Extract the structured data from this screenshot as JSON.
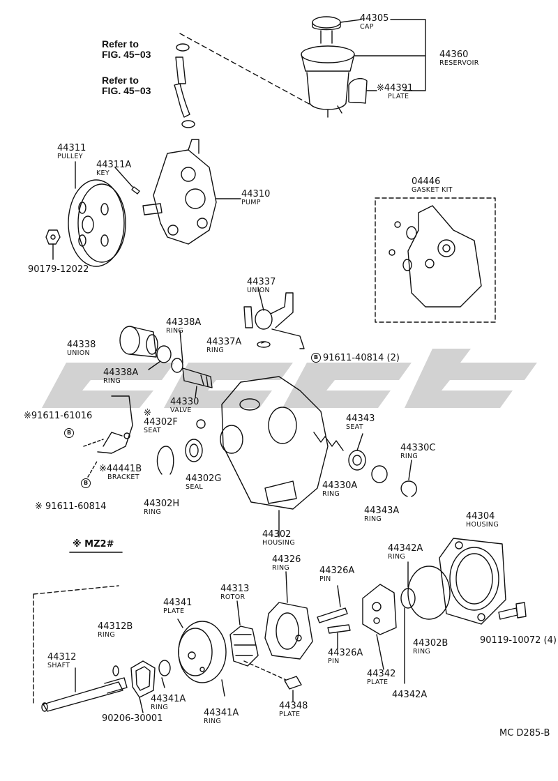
{
  "references": [
    {
      "line1": "Refer to",
      "line2": "FIG. 45−03"
    },
    {
      "line1": "Refer to",
      "line2": "FIG. 45−03"
    }
  ],
  "parts": {
    "p44305": {
      "num": "44305",
      "name": "CAP"
    },
    "p44360": {
      "num": "44360",
      "name": "RESERVOIR"
    },
    "p44391": {
      "num": "※44391",
      "name": "PLATE"
    },
    "p44311": {
      "num": "44311",
      "name": "PULLEY"
    },
    "p44311A": {
      "num": "44311A",
      "name": "KEY"
    },
    "p44310": {
      "num": "44310",
      "name": "PUMP"
    },
    "p04446": {
      "num": "04446",
      "name": "GASKET KIT"
    },
    "p90179": {
      "num": "90179-12022"
    },
    "p44337": {
      "num": "44337",
      "name": "UNION"
    },
    "p44338A1": {
      "num": "44338A",
      "name": "RING"
    },
    "p44337A": {
      "num": "44337A",
      "name": "RING"
    },
    "p44338": {
      "num": "44338",
      "name": "UNION"
    },
    "p91611_40814": {
      "mark": "B",
      "num": "91611-40814 (2)"
    },
    "p44338A2": {
      "num": "44338A",
      "name": "RING"
    },
    "p44330": {
      "num": "44330",
      "name": "VALVE"
    },
    "p91611_61016": {
      "num": "※91611-61016"
    },
    "p91611_61016_mark": {
      "mark": "B"
    },
    "p44302F": {
      "num": "44302F",
      "name": "SEAT",
      "mark": "※"
    },
    "p44343": {
      "num": "44343",
      "name": "SEAT"
    },
    "p44330C": {
      "num": "44330C",
      "name": "RING"
    },
    "p44441B": {
      "num": "※44441B",
      "name": "BRACKET"
    },
    "p91611_60814_mark": {
      "mark": "B"
    },
    "p91611_60814": {
      "num": "※ 91611-60814"
    },
    "p44302H": {
      "num": "44302H",
      "name": "RING"
    },
    "p44302G": {
      "num": "44302G",
      "name": "SEAL"
    },
    "p44330A": {
      "num": "44330A",
      "name": "RING"
    },
    "p44343A": {
      "num": "44343A",
      "name": "RING"
    },
    "p44302": {
      "num": "44302",
      "name": "HOUSING"
    },
    "p44304": {
      "num": "44304",
      "name": "HOUSING"
    },
    "mz2": {
      "text": "※ MZ2#"
    },
    "p44326": {
      "num": "44326",
      "name": "RING"
    },
    "p44342A1": {
      "num": "44342A",
      "name": "RING"
    },
    "p44326A1": {
      "num": "44326A",
      "name": "PIN"
    },
    "p44313": {
      "num": "44313",
      "name": "ROTOR"
    },
    "p44341": {
      "num": "44341",
      "name": "PLATE"
    },
    "p44312B": {
      "num": "44312B",
      "name": "RING"
    },
    "p44302B": {
      "num": "44302B",
      "name": "RING"
    },
    "p90119": {
      "num": "90119-10072 (4)"
    },
    "p44312": {
      "num": "44312",
      "name": "SHAFT"
    },
    "p44326A2": {
      "num": "44326A",
      "name": "PIN"
    },
    "p44342": {
      "num": "44342",
      "name": "PLATE"
    },
    "p44342A2": {
      "num": "44342A"
    },
    "p44341A1": {
      "num": "44341A",
      "name": "RING"
    },
    "p44348": {
      "num": "44348",
      "name": "PLATE"
    },
    "p90206": {
      "num": "90206-30001"
    },
    "p44341A2": {
      "num": "44341A",
      "name": "RING"
    }
  },
  "diagram_code": "MC D285-B",
  "colors": {
    "ink": "#111111",
    "watermark": "#d2d2d2"
  }
}
